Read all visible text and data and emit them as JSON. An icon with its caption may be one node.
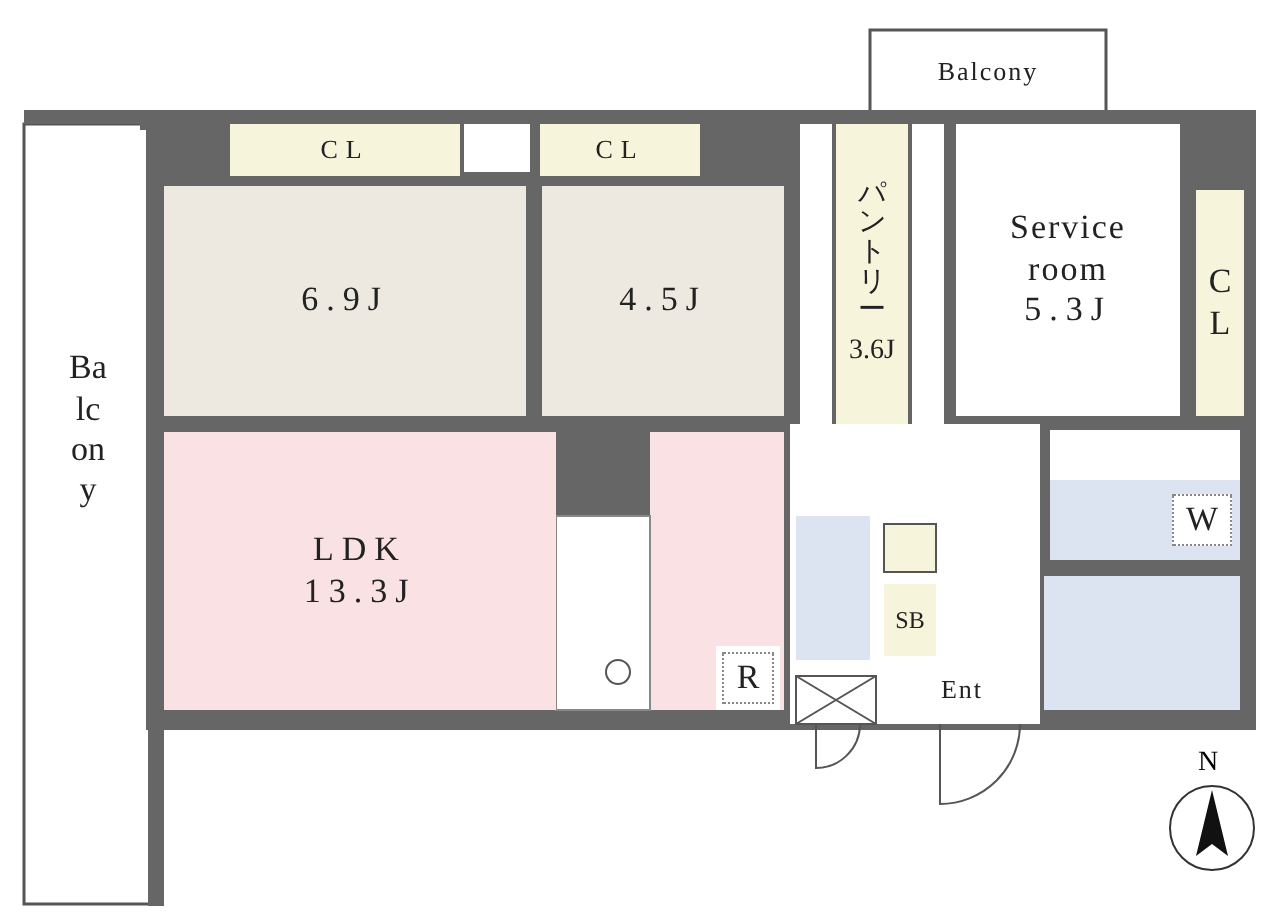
{
  "diagram": {
    "nodes": [
      {
        "text": [
          "Balcony"
        ]
      },
      {
        "text": [
          "CL"
        ]
      },
      {
        "text": [
          "CL"
        ]
      },
      {
        "text": [
          "パントリー",
          "3.6J"
        ]
      },
      {
        "text": [
          "Service room",
          "5.3J"
        ]
      },
      {
        "text": [
          "CL"
        ]
      },
      {
        "text": [
          "6.9J"
        ]
      },
      {
        "text": [
          "4.5J"
        ]
      },
      {
        "text": [
          "Balcony"
        ]
      },
      {
        "text": [
          "LDK",
          "13.3J"
        ]
      },
      {
        "text": [
          "W"
        ]
      },
      {
        "text": [
          "SB"
        ]
      },
      {
        "text": [
          "R"
        ]
      },
      {
        "text": [
          "Ent"
        ]
      }
    ],
    "labels": [
      "N"
    ]
  }
}
